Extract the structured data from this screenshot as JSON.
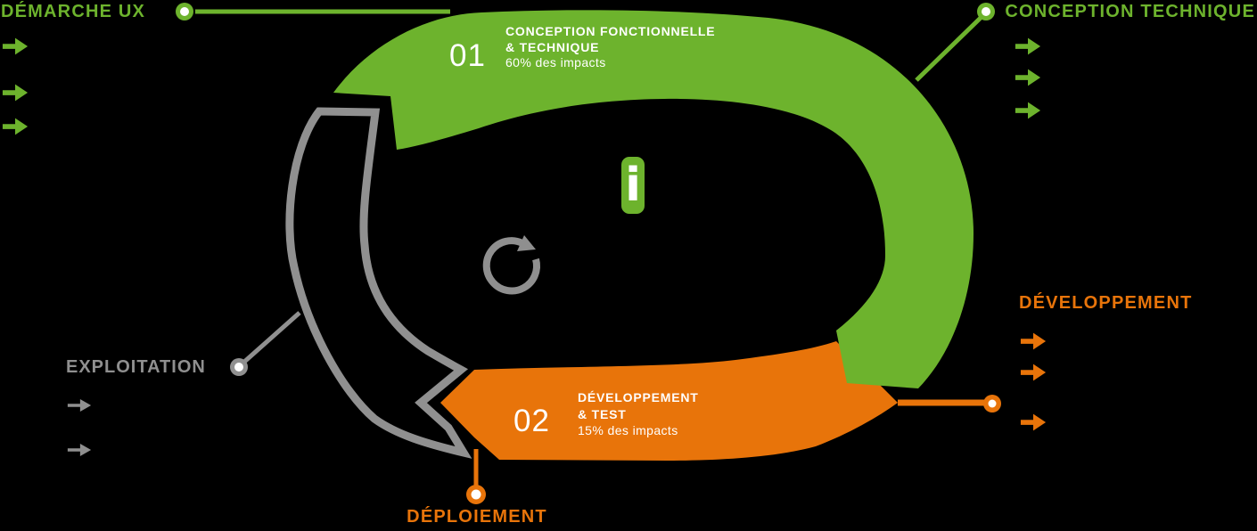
{
  "diagram": {
    "background_color": "#000000",
    "accent_green": "#6db32d",
    "accent_orange": "#e8740a",
    "accent_gray": "#8f8f8f"
  },
  "nodes": {
    "demarche_ux": "DÉMARCHE UX",
    "conception_technique": "CONCEPTION TECHNIQUE",
    "developpement": "DÉVELOPPEMENT",
    "exploitation": "EXPLOITATION",
    "deploiement": "DÉPLOIEMENT"
  },
  "steps": [
    {
      "number": "01",
      "title_line1": "CONCEPTION FONCTIONNELLE",
      "title_line2": "& TECHNIQUE",
      "subtitle": "60% des impacts"
    },
    {
      "number": "02",
      "title_line1": "DÉVELOPPEMENT",
      "title_line2": "& TEST",
      "subtitle": "15% des impacts"
    }
  ],
  "logo": {
    "letter": "i"
  },
  "icons": {
    "center": "refresh-clockwise-arrow"
  }
}
